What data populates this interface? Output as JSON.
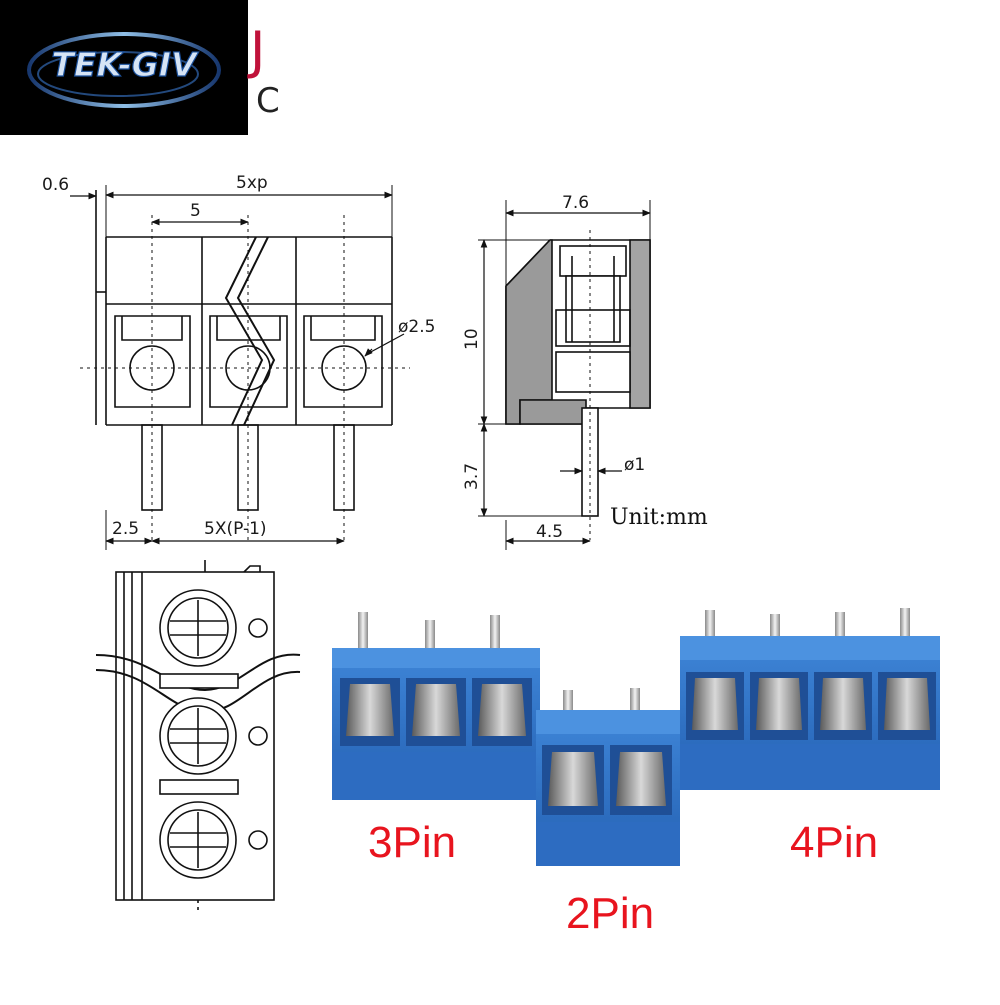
{
  "logo": {
    "text": "TEK-GIV"
  },
  "partial_text": {
    "letter1": "J",
    "letter2": "C"
  },
  "front_view": {
    "dim_edge": "0.6",
    "dim_total": "5xp",
    "dim_pitch": "5",
    "dim_hole": "ø2.5",
    "dim_offset": "2.5",
    "dim_span": "5X(P-1)"
  },
  "side_view": {
    "dim_depth": "7.6",
    "dim_height": "10",
    "dim_pin_len": "3.7",
    "dim_pin_dia": "ø1",
    "dim_pin_pos": "4.5",
    "unit": "Unit:mm"
  },
  "products": {
    "label_3": "3Pin",
    "label_2": "2Pin",
    "label_4": "4Pin"
  },
  "colors": {
    "label_red": "#e8141e",
    "terminal_blue": "#2f74c8",
    "logo_bg": "#000000"
  }
}
